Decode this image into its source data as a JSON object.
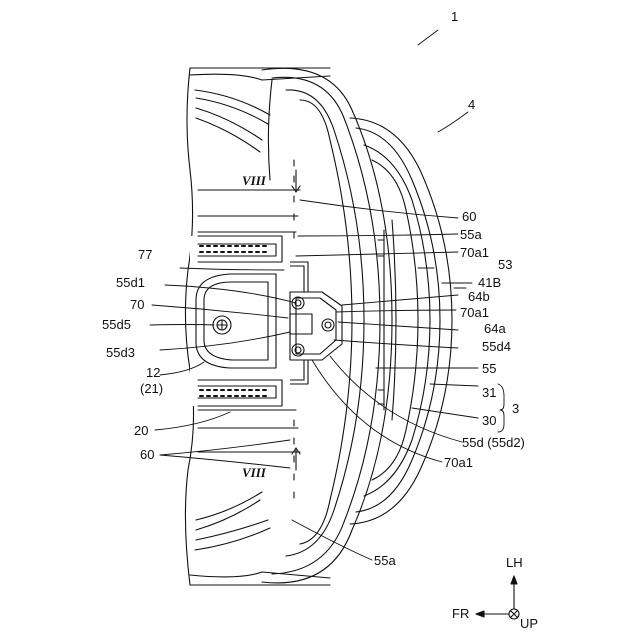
{
  "figure": {
    "labels": {
      "l1": "1",
      "l4": "4",
      "l60_top": "60",
      "l55a_top": "55a",
      "l70a1_top": "70a1",
      "l53": "53",
      "l41B": "41B",
      "l64b": "64b",
      "l70a1_mid": "70a1",
      "l64a": "64a",
      "l55d4": "55d4",
      "l55": "55",
      "l31": "31",
      "l3": "3",
      "l30": "30",
      "l55d_paren": "55d (55d2)",
      "l70a1_low": "70a1",
      "l55a_bottom": "55a",
      "l77": "77",
      "l55d1": "55d1",
      "l70": "70",
      "l55d5": "55d5",
      "l55d3": "55d3",
      "l12": "12",
      "l21": "(21)",
      "l20": "20",
      "l60_low": "60",
      "l_viii_top": "VIII",
      "l_viii_bottom": "VIII"
    },
    "compass": {
      "up_arrow": "LH",
      "left_arrow": "FR",
      "center": "UP"
    },
    "line_color": "#111111"
  }
}
